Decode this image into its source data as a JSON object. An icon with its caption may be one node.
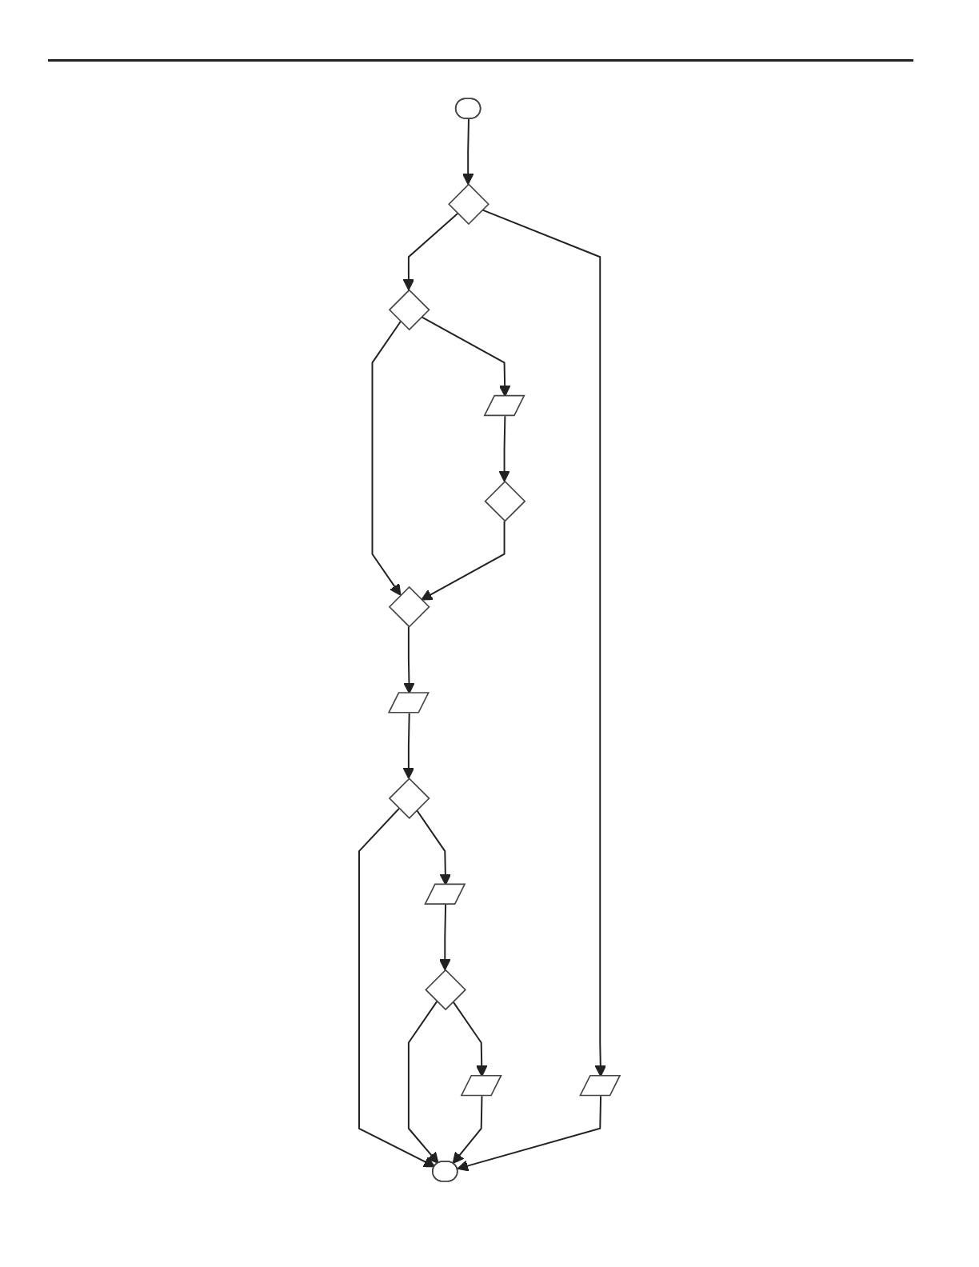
{
  "diagram": {
    "nodes": [
      {
        "text": [],
        "shape": "stadium"
      },
      {
        "text": [],
        "shape": "diamond"
      },
      {
        "text": [],
        "shape": "parallelogram"
      },
      {
        "text": [],
        "shape": "diamond"
      },
      {
        "text": [],
        "shape": "parallelogram"
      },
      {
        "text": [],
        "shape": "diamond"
      },
      {
        "text": [],
        "shape": "diamond"
      },
      {
        "text": [],
        "shape": "parallelogram"
      },
      {
        "text": [],
        "shape": "diamond"
      },
      {
        "text": [],
        "shape": "parallelogram"
      },
      {
        "text": [],
        "shape": "diamond"
      },
      {
        "text": [],
        "shape": "parallelogram"
      },
      {
        "text": [],
        "shape": "stadium"
      }
    ],
    "edges": [
      {
        "from": 0,
        "to": 1,
        "arrow": "to"
      },
      {
        "from": 1,
        "to": 2,
        "arrow": "to"
      },
      {
        "from": 1,
        "to": 3,
        "arrow": "to"
      },
      {
        "from": 3,
        "to": 4,
        "arrow": "to"
      },
      {
        "from": 3,
        "to": 6,
        "arrow": "to"
      },
      {
        "from": 4,
        "to": 5,
        "arrow": "to"
      },
      {
        "from": 5,
        "to": 6,
        "arrow": "to"
      },
      {
        "from": 6,
        "to": 7,
        "arrow": "to"
      },
      {
        "from": 7,
        "to": 8,
        "arrow": "to"
      },
      {
        "from": 8,
        "to": 12,
        "arrow": "to"
      },
      {
        "from": 8,
        "to": 9,
        "arrow": "to"
      },
      {
        "from": 9,
        "to": 10,
        "arrow": "to"
      },
      {
        "from": 10,
        "to": 12,
        "arrow": "to"
      },
      {
        "from": 10,
        "to": 11,
        "arrow": "to"
      },
      {
        "from": 11,
        "to": 12,
        "arrow": "to"
      },
      {
        "from": 2,
        "to": 12,
        "arrow": "to"
      }
    ]
  }
}
